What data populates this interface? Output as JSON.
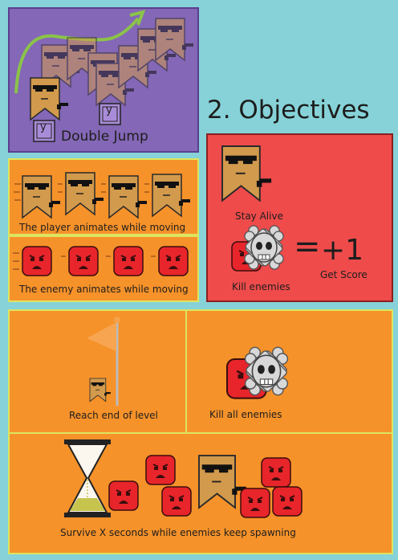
{
  "double_jump": {
    "label": "Double Jump",
    "key": "y"
  },
  "objectives_heading": "2. Objectives",
  "player_animates": "The player animates while moving",
  "enemy_animates": "The enemy animates while moving",
  "objectives": {
    "stay_alive": "Stay Alive",
    "kill_enemies": "Kill enemies",
    "equals": "=",
    "plus_one": "+1",
    "get_score": "Get Score"
  },
  "win_conditions": {
    "reach_end": "Reach end of level",
    "kill_all": "Kill all enemies",
    "survive": "Survive X seconds while enemies keep spawning"
  },
  "colors": {
    "teal_bg": "#86d2d8",
    "purple_panel": "#8467b6",
    "orange_panel": "#f6922a",
    "red_panel": "#ef4b4b",
    "yellow_border": "#dce560",
    "player_tan": "#d29a4c",
    "enemy_red": "#e8252b"
  }
}
